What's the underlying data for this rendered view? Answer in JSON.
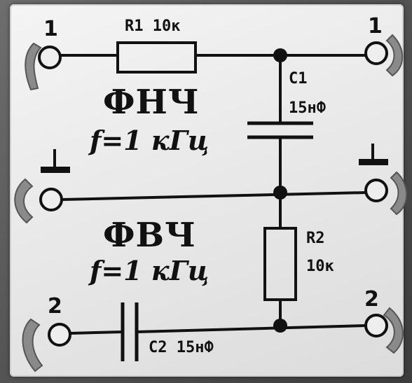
{
  "terminals": {
    "in_top": "1",
    "out_top": "1",
    "in_bottom": "2",
    "out_bottom": "2"
  },
  "components": {
    "r1": "R1 10к",
    "c1_name": "C1",
    "c1_value": "15нФ",
    "r2_name": "R2",
    "r2_value": "10к",
    "c2": "C2 15нФ"
  },
  "filters": {
    "lowpass_title": "ФНЧ",
    "lowpass_freq": "f=1 кГц",
    "highpass_title": "ФВЧ",
    "highpass_freq": "f=1 кГц"
  },
  "colors": {
    "ink": "#111111",
    "plate": "#eeeeee",
    "clip": "#8a8a8a"
  }
}
